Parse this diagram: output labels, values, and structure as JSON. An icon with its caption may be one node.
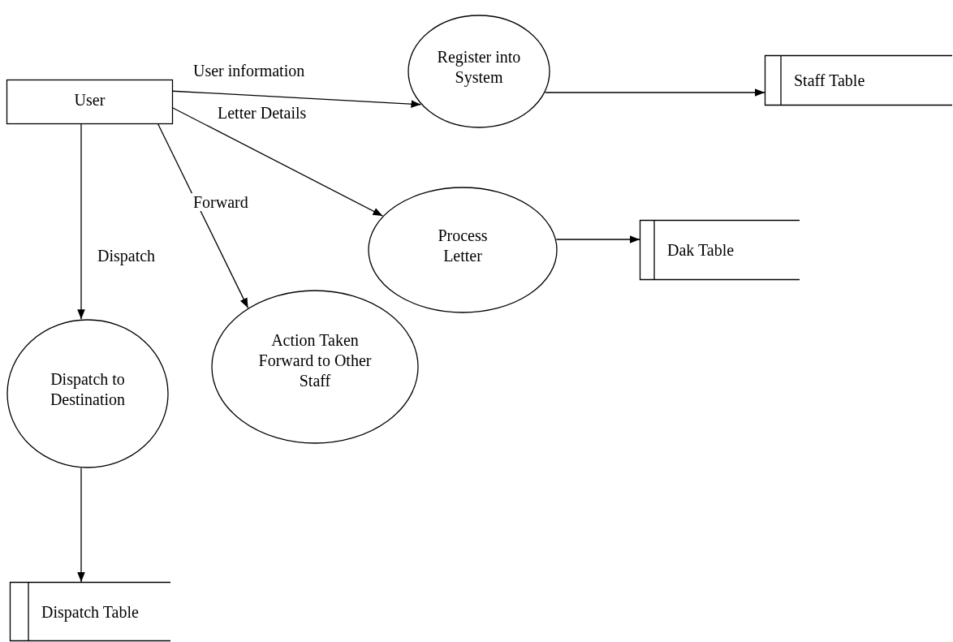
{
  "diagram": {
    "nodes": [
      {
        "text": [
          "User"
        ]
      },
      {
        "text": [
          "Register into System"
        ]
      },
      {
        "text": [
          "Staff Table"
        ]
      },
      {
        "text": [
          "Process Letter"
        ]
      },
      {
        "text": [
          "Dak Table"
        ]
      },
      {
        "text": [
          "Action Taken Forward to Other Staff"
        ]
      },
      {
        "text": [
          "Dispatch to Destination"
        ]
      },
      {
        "text": [
          "Dispatch Table"
        ]
      }
    ],
    "edges": [
      {
        "from": 0,
        "to": 1,
        "arrow": "to",
        "label": "User information"
      },
      {
        "from": 1,
        "to": 2,
        "arrow": "to"
      },
      {
        "from": 0,
        "to": 3,
        "arrow": "to",
        "label": "Letter Details"
      },
      {
        "from": 3,
        "to": 4,
        "arrow": "to"
      },
      {
        "from": 0,
        "to": 5,
        "arrow": "to",
        "label": "Forward"
      },
      {
        "from": 0,
        "to": 6,
        "arrow": "to",
        "label": "Dispatch"
      },
      {
        "from": 6,
        "to": 7,
        "arrow": "to"
      }
    ]
  }
}
